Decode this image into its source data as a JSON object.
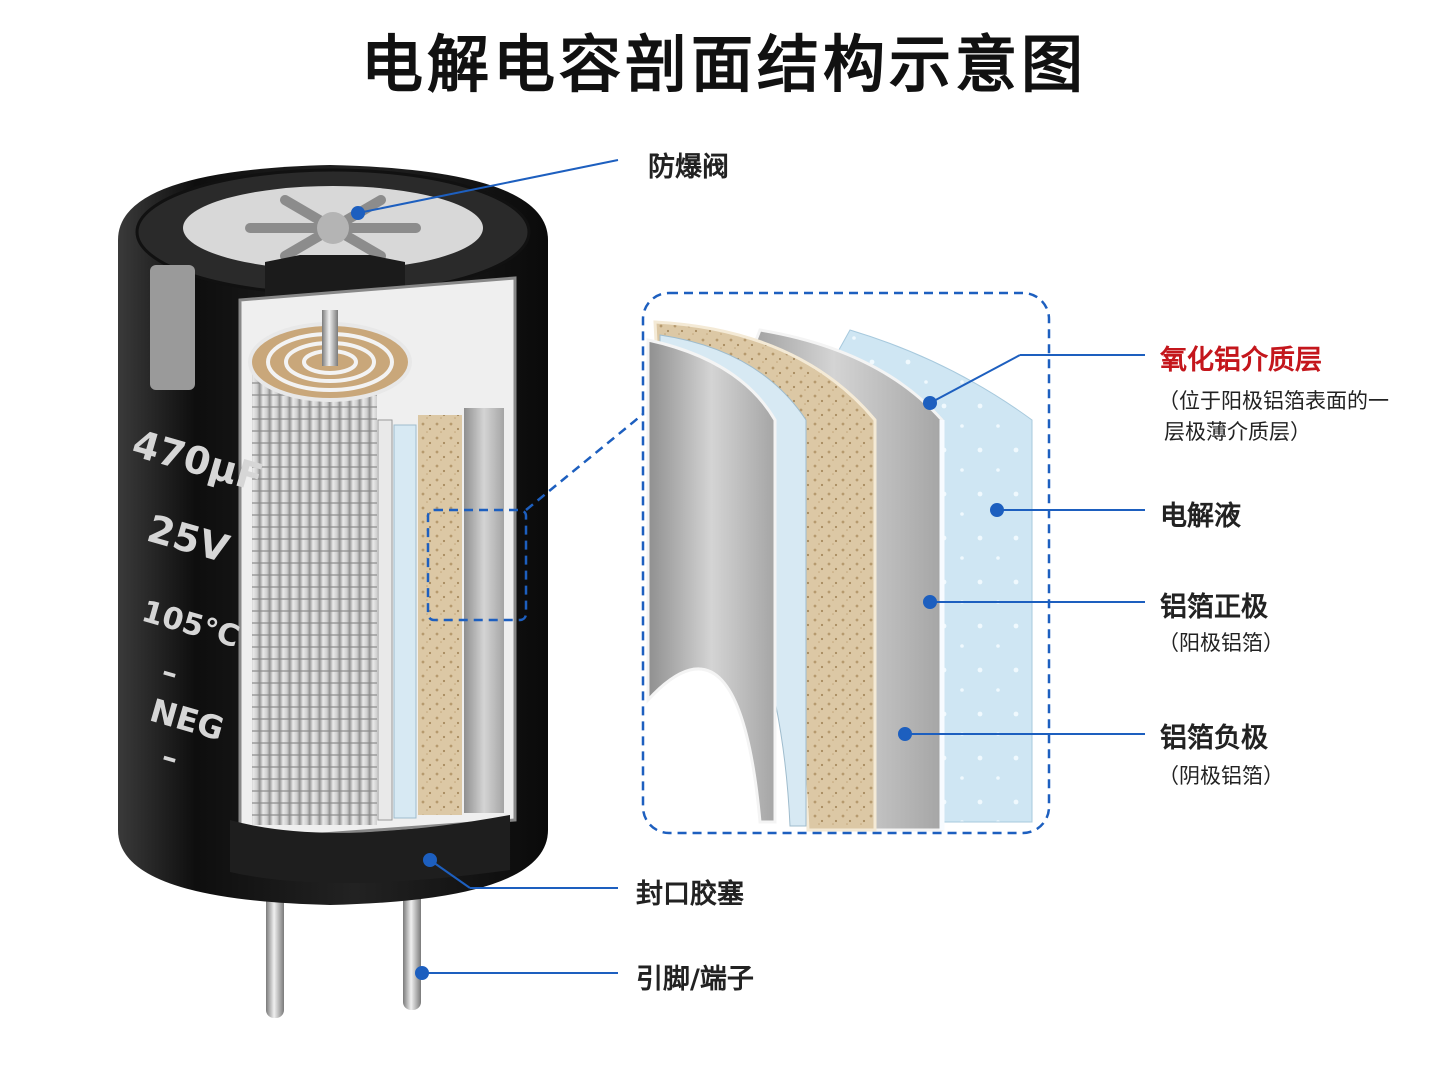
{
  "title": "电解电容剖面结构示意图",
  "capacitor_marking": {
    "capacitance": "470μF",
    "voltage": "25V",
    "temperature": "105°C",
    "dash_1": "–",
    "polarity": "NEG",
    "dash_2": "–"
  },
  "labels": {
    "vent": "防爆阀",
    "oxide": "氧化铝介质层",
    "oxide_note_1": "（位于阳极铝箔表面的一",
    "oxide_note_2": "层极薄介质层）",
    "electrolyte": "电解液",
    "anode": "铝箔正极",
    "anode_note": "（阳极铝箔）",
    "cathode": "铝箔负极",
    "cathode_note": "（阴极铝箔）",
    "seal": "封口胶塞",
    "leads": "引脚/端子"
  },
  "colors": {
    "leader": "#1d5fbf",
    "highlight": "#c4161c",
    "case": "#1c1c1c",
    "paper": "#d9c6a4",
    "electrolyte": "#cfe6f3"
  }
}
